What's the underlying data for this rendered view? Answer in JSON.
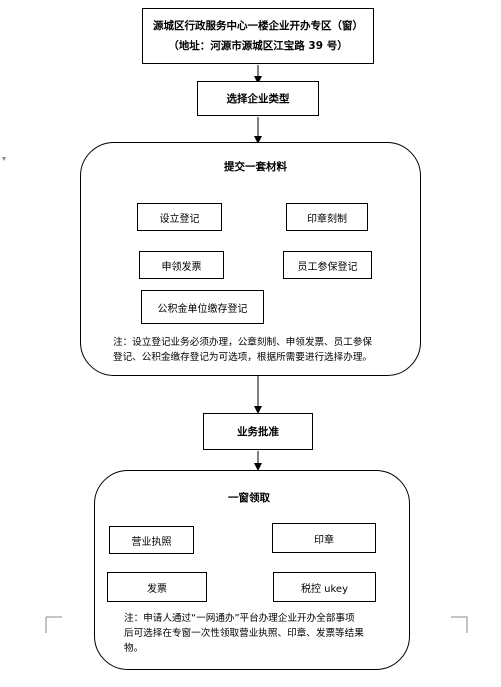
{
  "header": {
    "line1": "源城区行政服务中心一楼企业开办专区（窗）",
    "line2": "（地址：河源市源城区江宝路 39 号）"
  },
  "step_select": {
    "label": "选择企业类型"
  },
  "submit_group": {
    "title": "提交一套材料",
    "items": [
      "设立登记",
      "印章刻制",
      "申领发票",
      "员工参保登记",
      "公积金单位缴存登记"
    ],
    "note_line1": "注：设立登记业务必须办理，公章刻制、申领发票、员工参保",
    "note_line2": "登记、公积金缴存登记为可选项，根据所需要进行选择办理。"
  },
  "step_approve": {
    "label": "业务批准"
  },
  "collect_group": {
    "title": "一窗领取",
    "items": [
      "营业执照",
      "印章",
      "发票",
      "税控 ukey"
    ],
    "note_line1": "注：申请人通过“一网通办”平台办理企业开办全部事项",
    "note_line2": "后可选择在专窗一次性领取营业执照、印章、发票等结果",
    "note_line3": "物。"
  }
}
